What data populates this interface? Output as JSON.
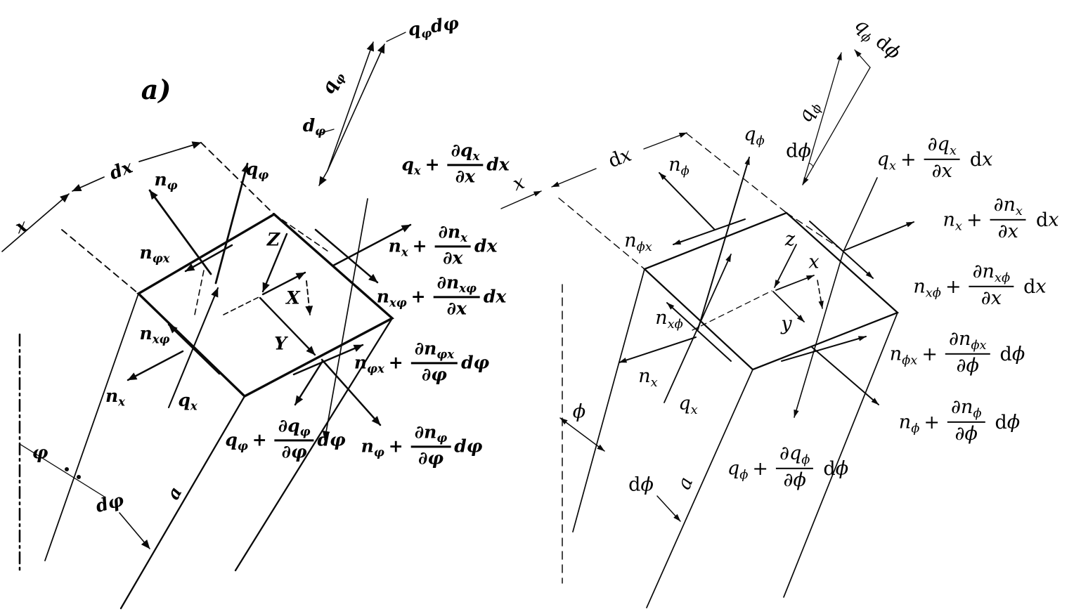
{
  "figure": {
    "left": {
      "panel_label": "a)",
      "plain": {
        "x_axis": "x",
        "Z": "Z",
        "X": "X",
        "Y": "Y",
        "phi": "φ",
        "a_radius": "a",
        "dx": "dx"
      },
      "labels": {
        "tri_qphi_dphi": [
          {
            "v": "q",
            "sub": "φ"
          },
          {
            "v": "dφ"
          }
        ],
        "tri_qphi": [
          {
            "v": "q",
            "sub": "φ"
          }
        ],
        "tri_dphi": [
          {
            "v": "d",
            "sub": "φ"
          }
        ],
        "n_phi": [
          {
            "v": "n",
            "sub": "φ"
          }
        ],
        "q_phi": [
          {
            "v": "q",
            "sub": "φ"
          }
        ],
        "n_phix": [
          {
            "v": "n",
            "sub": "φx"
          }
        ],
        "n_xphi": [
          {
            "v": "n",
            "sub": "xφ"
          }
        ],
        "n_x": [
          {
            "v": "n",
            "sub": "x"
          }
        ],
        "q_x": [
          {
            "v": "q",
            "sub": "x"
          }
        ],
        "dphi_bottom": [
          {
            "v": "dφ"
          }
        ],
        "q_x_plus": [
          {
            "v": "q",
            "sub": "x"
          },
          {
            "v": "+",
            "rm": true,
            "pad": true
          },
          {
            "frac": {
              "num": [
                {
                  "v": "∂q",
                  "sub": "x"
                }
              ],
              "den": [
                {
                  "v": "∂x"
                }
              ]
            }
          },
          {
            "v": "dx"
          }
        ],
        "n_x_plus": [
          {
            "v": "n",
            "sub": "x"
          },
          {
            "v": "+",
            "rm": true,
            "pad": true
          },
          {
            "frac": {
              "num": [
                {
                  "v": "∂n",
                  "sub": "x"
                }
              ],
              "den": [
                {
                  "v": "∂x"
                }
              ]
            }
          },
          {
            "v": "dx"
          }
        ],
        "n_xphi_plus": [
          {
            "v": "n",
            "sub": "xφ"
          },
          {
            "v": "+",
            "rm": true,
            "pad": true
          },
          {
            "frac": {
              "num": [
                {
                  "v": "∂n",
                  "sub": "xφ"
                }
              ],
              "den": [
                {
                  "v": "∂x"
                }
              ]
            }
          },
          {
            "v": "dx"
          }
        ],
        "n_phix_plus": [
          {
            "v": "n",
            "sub": "φx"
          },
          {
            "v": "+",
            "rm": true,
            "pad": true
          },
          {
            "frac": {
              "num": [
                {
                  "v": "∂n",
                  "sub": "φx"
                }
              ],
              "den": [
                {
                  "v": "∂φ"
                }
              ]
            }
          },
          {
            "v": "dφ"
          }
        ],
        "n_phi_plus": [
          {
            "v": "n",
            "sub": "φ"
          },
          {
            "v": "+",
            "rm": true,
            "pad": true
          },
          {
            "frac": {
              "num": [
                {
                  "v": "∂n",
                  "sub": "φ"
                }
              ],
              "den": [
                {
                  "v": "∂φ"
                }
              ]
            }
          },
          {
            "v": "dφ"
          }
        ],
        "q_phi_plus": [
          {
            "v": "q",
            "sub": "φ"
          },
          {
            "v": "+",
            "rm": true,
            "pad": true
          },
          {
            "frac": {
              "num": [
                {
                  "v": "∂q",
                  "sub": "φ"
                }
              ],
              "den": [
                {
                  "v": "∂φ"
                }
              ]
            }
          },
          {
            "v": "dφ"
          }
        ]
      }
    },
    "right": {
      "plain": {
        "x_axis": "x",
        "z": "z",
        "x_mid": "x",
        "y": "y",
        "phi": "ϕ",
        "a_radius": "a"
      },
      "labels": {
        "dx": [
          {
            "v": "d",
            "rm": true
          },
          {
            "v": "x"
          }
        ],
        "tri_qphi_dphi": [
          {
            "v": "q",
            "sub": "ϕ"
          },
          {
            "v": "d",
            "rm": true,
            "sp": true
          },
          {
            "v": "ϕ"
          }
        ],
        "tri_qphi": [
          {
            "v": "q",
            "sub": "ϕ"
          }
        ],
        "tri_dphi": [
          {
            "v": "d",
            "rm": true
          },
          {
            "v": "ϕ"
          }
        ],
        "n_phi": [
          {
            "v": "n",
            "sub": "ϕ"
          }
        ],
        "q_phi": [
          {
            "v": "q",
            "sub": "ϕ"
          }
        ],
        "n_phix": [
          {
            "v": "n",
            "sub": "ϕx"
          }
        ],
        "n_xphi": [
          {
            "v": "n",
            "sub": "xϕ"
          }
        ],
        "n_x": [
          {
            "v": "n",
            "sub": "x"
          }
        ],
        "q_x": [
          {
            "v": "q",
            "sub": "x"
          }
        ],
        "dphi_bottom": [
          {
            "v": "d",
            "rm": true
          },
          {
            "v": "ϕ"
          }
        ],
        "q_x_plus": [
          {
            "v": "q",
            "sub": "x"
          },
          {
            "v": "+",
            "rm": true,
            "pad": true
          },
          {
            "frac": {
              "num": [
                {
                  "v": "∂q",
                  "sub": "x"
                }
              ],
              "den": [
                {
                  "v": "∂x"
                }
              ]
            }
          },
          {
            "v": "d",
            "rm": true,
            "sp": true
          },
          {
            "v": "x"
          }
        ],
        "n_x_plus": [
          {
            "v": "n",
            "sub": "x"
          },
          {
            "v": "+",
            "rm": true,
            "pad": true
          },
          {
            "frac": {
              "num": [
                {
                  "v": "∂n",
                  "sub": "x"
                }
              ],
              "den": [
                {
                  "v": "∂x"
                }
              ]
            }
          },
          {
            "v": "d",
            "rm": true,
            "sp": true
          },
          {
            "v": "x"
          }
        ],
        "n_xphi_plus": [
          {
            "v": "n",
            "sub": "xϕ"
          },
          {
            "v": "+",
            "rm": true,
            "pad": true
          },
          {
            "frac": {
              "num": [
                {
                  "v": "∂n",
                  "sub": "xϕ"
                }
              ],
              "den": [
                {
                  "v": "∂x"
                }
              ]
            }
          },
          {
            "v": "d",
            "rm": true,
            "sp": true
          },
          {
            "v": "x"
          }
        ],
        "n_phix_plus": [
          {
            "v": "n",
            "sub": "ϕx"
          },
          {
            "v": "+",
            "rm": true,
            "pad": true
          },
          {
            "frac": {
              "num": [
                {
                  "v": "∂n",
                  "sub": "ϕx"
                }
              ],
              "den": [
                {
                  "v": "∂ϕ"
                }
              ]
            }
          },
          {
            "v": "d",
            "rm": true,
            "sp": true
          },
          {
            "v": "ϕ"
          }
        ],
        "n_phi_plus": [
          {
            "v": "n",
            "sub": "ϕ"
          },
          {
            "v": "+",
            "rm": true,
            "pad": true
          },
          {
            "frac": {
              "num": [
                {
                  "v": "∂n",
                  "sub": "ϕ"
                }
              ],
              "den": [
                {
                  "v": "∂ϕ"
                }
              ]
            }
          },
          {
            "v": "d",
            "rm": true,
            "sp": true
          },
          {
            "v": "ϕ"
          }
        ],
        "q_phi_plus": [
          {
            "v": "q",
            "sub": "ϕ"
          },
          {
            "v": "+",
            "rm": true,
            "pad": true
          },
          {
            "frac": {
              "num": [
                {
                  "v": "∂q",
                  "sub": "ϕ"
                }
              ],
              "den": [
                {
                  "v": "∂ϕ"
                }
              ]
            }
          },
          {
            "v": "d",
            "rm": true,
            "sp": true
          },
          {
            "v": "ϕ"
          }
        ]
      }
    },
    "colors": {
      "ink": "#0a0a0a",
      "background": "#ffffff"
    }
  }
}
